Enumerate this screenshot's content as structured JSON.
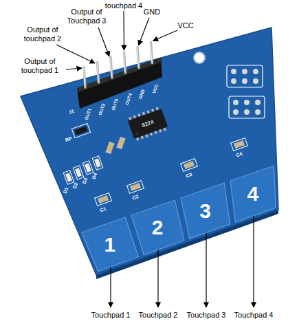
{
  "diagram": {
    "nodes": [
      {
        "text": [
          "1"
        ]
      },
      {
        "text": [
          "2"
        ]
      },
      {
        "text": [
          "3"
        ]
      },
      {
        "text": [
          "4"
        ]
      }
    ],
    "labels": [
      "Output of touchpad 1",
      "Output of touchpad 2",
      "Output of Touchpad 3",
      "touchpad 4",
      "GND",
      "VCC",
      "Touchpad 1",
      "Touchpad 2",
      "Touchpad 3",
      "Touchpad 4",
      "J1",
      "OUT1",
      "OUT2",
      "OUT3",
      "OUT4",
      "GND",
      "VCC",
      "RP",
      "D1",
      "D2",
      "D3",
      "D4",
      "C1",
      "C2",
      "C3",
      "C4",
      "8224"
    ]
  }
}
